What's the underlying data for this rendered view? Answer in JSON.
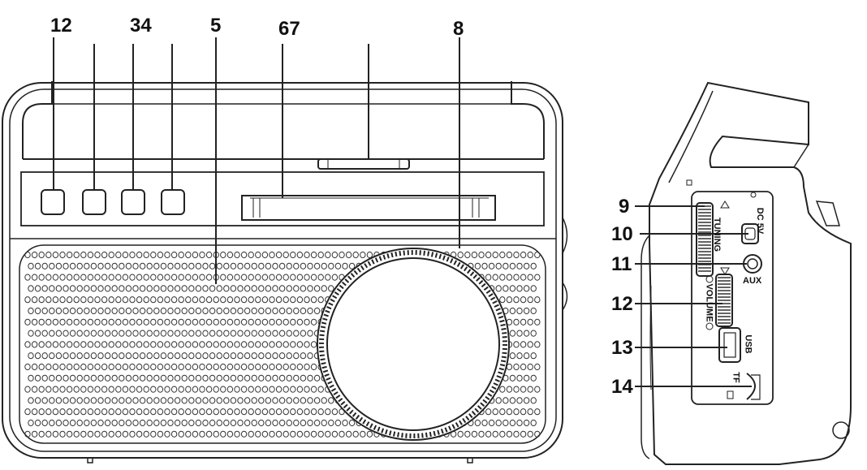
{
  "top_callouts": [
    {
      "id": "c12",
      "text": "12"
    },
    {
      "id": "c34",
      "text": "34"
    },
    {
      "id": "c5",
      "text": "5"
    },
    {
      "id": "c67",
      "text": "67"
    },
    {
      "id": "c8",
      "text": "8"
    }
  ],
  "side_callouts": [
    {
      "id": "c9",
      "text": "9"
    },
    {
      "id": "c10",
      "text": "10"
    },
    {
      "id": "c11",
      "text": "11"
    },
    {
      "id": "c12s",
      "text": "12"
    },
    {
      "id": "c13",
      "text": "13"
    },
    {
      "id": "c14",
      "text": "14"
    }
  ],
  "panel_labels": {
    "tuning": "TUNING",
    "dc": "DC 5V",
    "aux": "AUX",
    "volume": "VOLUME",
    "usb": "USB",
    "tf": "TF"
  },
  "colors": {
    "line": "#222222",
    "fill": "#ffffff"
  }
}
